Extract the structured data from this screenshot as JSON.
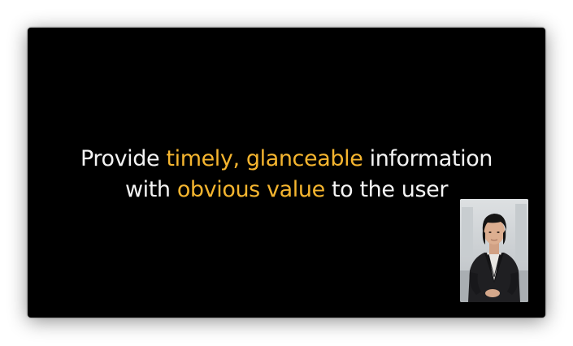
{
  "slide": {
    "line1": {
      "pre": "Provide ",
      "highlight": "timely, glanceable",
      "post": " information"
    },
    "line2": {
      "pre": "with ",
      "highlight": "obvious value",
      "post": " to the user"
    }
  },
  "colors": {
    "background": "#000000",
    "text": "#f4f4f4",
    "accent": "#f5b52f"
  },
  "presenter_video": {
    "icon": "presenter-thumbnail"
  }
}
